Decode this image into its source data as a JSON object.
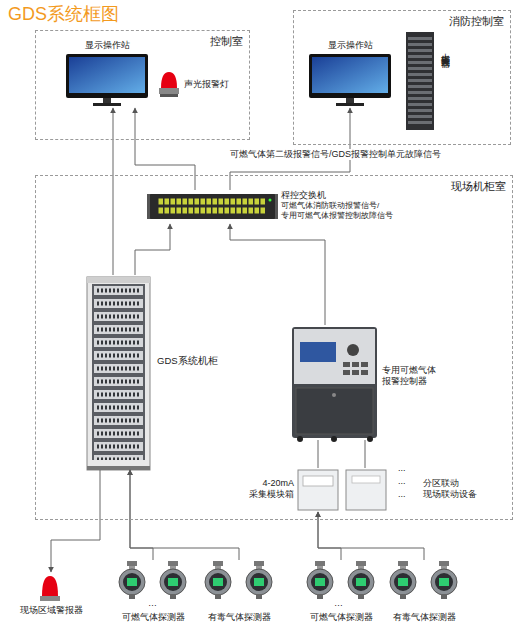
{
  "diagram": {
    "title": "GDS系统框图",
    "nodes": [
      {
        "text": [
          "控制室"
        ]
      },
      {
        "text": [
          "显示操作站"
        ],
        "in": 0
      },
      {
        "text": [
          "声光报警灯"
        ],
        "in": 0
      },
      {
        "text": [
          "消防控制室"
        ]
      },
      {
        "text": [
          "显示操作站"
        ],
        "in": 3
      },
      {
        "text": [
          "火灾报警控制器"
        ],
        "in": 3
      },
      {
        "text": [
          "现场机柜室"
        ]
      },
      {
        "text": [
          "程控交换机",
          "可燃气体消防联动报警信号/ 专用可燃气体报警控制故障信号"
        ],
        "in": 6
      },
      {
        "text": [
          "GDS系统机柜"
        ],
        "in": 6
      },
      {
        "text": [
          "专用可燃气体 报警控制器"
        ],
        "in": 6
      },
      {
        "text": [
          "4-20mA 采集模块箱"
        ],
        "in": 6
      },
      {
        "text": [
          "分区联动 现场联动设备"
        ],
        "in": 6
      },
      {
        "text": [
          "现场区域警报器"
        ]
      },
      {
        "text": [
          "可燃气体探测器"
        ]
      },
      {
        "text": [
          "有毒气体探测器"
        ]
      },
      {
        "text": [
          "可燃气体探测器"
        ]
      },
      {
        "text": [
          "有毒气体探测器"
        ]
      }
    ],
    "edges": [
      {
        "from": 8,
        "to": 1,
        "arrow": "to"
      },
      {
        "from": 8,
        "to": 7,
        "arrow": "to"
      },
      {
        "from": 9,
        "to": 7,
        "arrow": "to"
      },
      {
        "from": 7,
        "to": 1,
        "arrow": "to"
      },
      {
        "from": 7,
        "to": 4,
        "arrow": "to"
      },
      {
        "from": 10,
        "to": 9,
        "arrow": "none"
      },
      {
        "from": 11,
        "to": 9,
        "arrow": "none"
      },
      {
        "from": 13,
        "to": 8,
        "arrow": "to"
      },
      {
        "from": 14,
        "to": 8,
        "arrow": "to"
      },
      {
        "from": 15,
        "to": 10,
        "arrow": "to"
      },
      {
        "from": 16,
        "to": 10,
        "arrow": "to"
      },
      {
        "from": 8,
        "to": 12,
        "arrow": "to"
      }
    ],
    "labels": [
      "可燃气体第二级报警信号/GDS报警控制单元故障信号",
      "...",
      "...",
      "...",
      "…",
      "…"
    ]
  }
}
